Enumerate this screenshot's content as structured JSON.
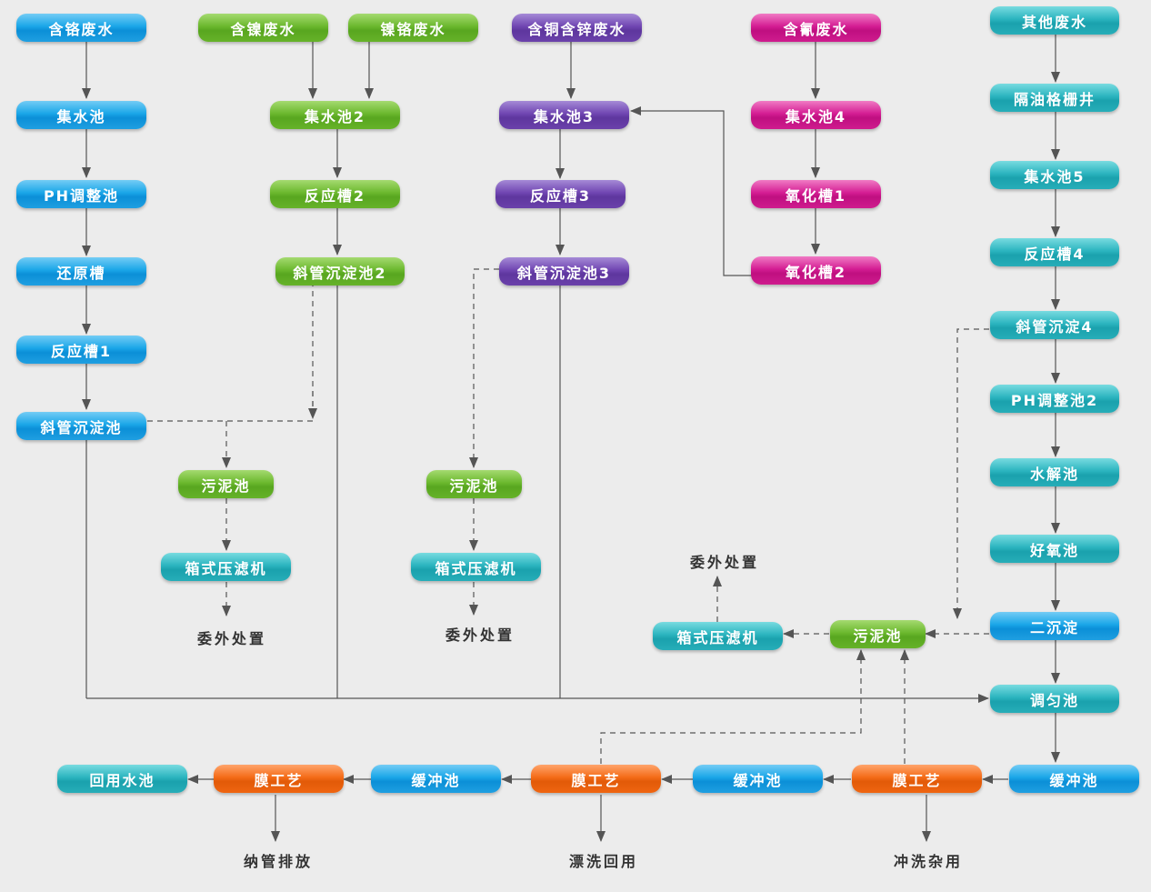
{
  "nodes": {
    "cr_waste": "含铬废水",
    "cr_collect": "集水池",
    "cr_ph": "PH调整池",
    "cr_reduce": "还原槽",
    "cr_react": "反应槽1",
    "cr_settle": "斜管沉淀池",
    "ni_waste": "含镍废水",
    "nicr_waste": "镍铬废水",
    "ni_collect": "集水池2",
    "ni_react": "反应槽2",
    "ni_settle": "斜管沉淀池2",
    "sludge_a": "污泥池",
    "press_a": "箱式压滤机",
    "cu_waste": "含铜含锌废水",
    "cu_collect": "集水池3",
    "cu_react": "反应槽3",
    "cu_settle": "斜管沉淀池3",
    "sludge_b": "污泥池",
    "press_b": "箱式压滤机",
    "cn_waste": "含氰废水",
    "cn_collect": "集水池4",
    "cn_ox1": "氧化槽1",
    "cn_ox2": "氧化槽2",
    "other_waste": "其他废水",
    "grease_well": "隔油格栅井",
    "collect5": "集水池5",
    "react4": "反应槽4",
    "settle4": "斜管沉淀4",
    "ph2": "PH调整池2",
    "hydrolysis": "水解池",
    "aerobic": "好氧池",
    "secondary": "二沉淀",
    "sludge_c": "污泥池",
    "press_c": "箱式压滤机",
    "equalize": "调匀池",
    "buffer_1": "缓冲池",
    "membrane_1": "膜工艺",
    "buffer_2": "缓冲池",
    "membrane_2": "膜工艺",
    "buffer_3": "缓冲池",
    "membrane_3": "膜工艺",
    "reuse_pool": "回用水池"
  },
  "labels": {
    "outsource_a": "委外处置",
    "outsource_b": "委外处置",
    "outsource_c": "委外处置",
    "flush": "冲洗杂用",
    "rinse": "漂洗回用",
    "discharge": "纳管排放"
  }
}
